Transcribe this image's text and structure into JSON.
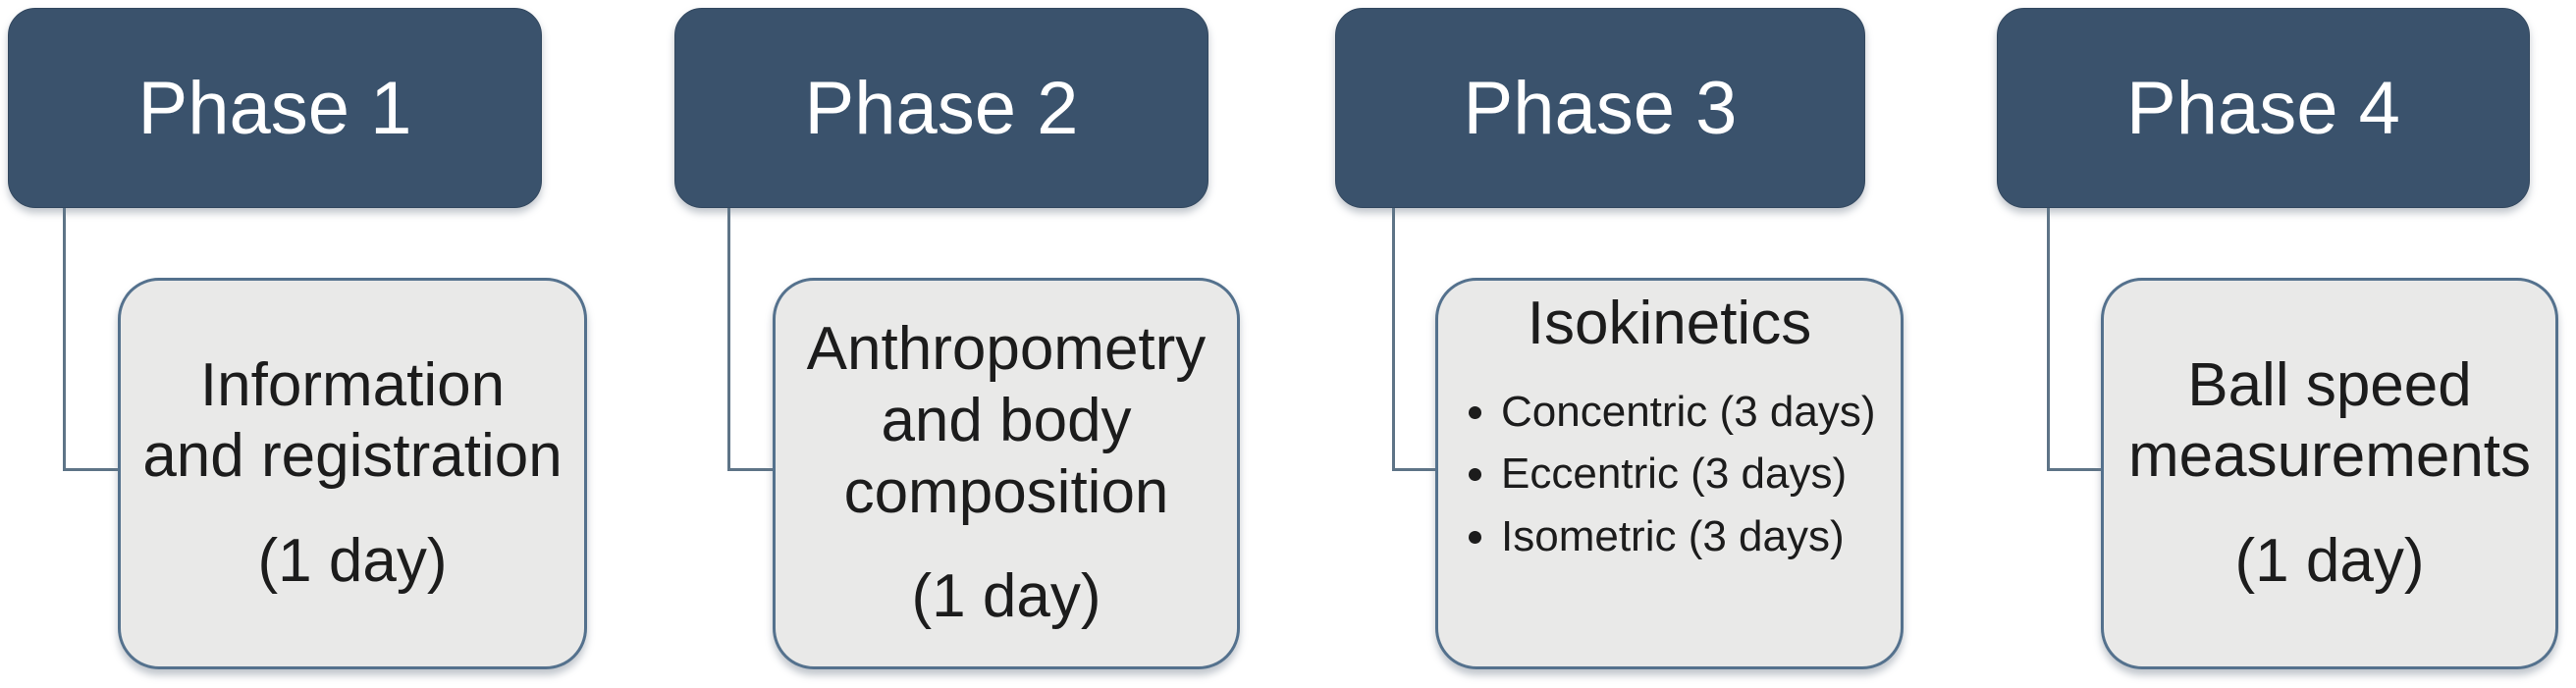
{
  "figure": {
    "description": "Four-phase study timeline flow diagram",
    "colors": {
      "header_fill": "#3A526C",
      "header_text": "#FFFFFF",
      "card_fill": "#E9E9E8",
      "card_border": "#54718D",
      "connector_line": "#5E7487",
      "body_text": "#1C1C1C",
      "background": "#FFFFFF"
    },
    "phases": [
      {
        "header": "Phase 1",
        "lines": [
          "Information",
          "and registration"
        ],
        "duration": "(1 day)"
      },
      {
        "header": "Phase 2",
        "lines": [
          "Anthropometry",
          "and body",
          "composition"
        ],
        "duration": "(1 day)"
      },
      {
        "header": "Phase 3",
        "title": "Isokinetics",
        "bullets": [
          "Concentric (3 days)",
          "Eccentric (3 days)",
          "Isometric (3 days)"
        ]
      },
      {
        "header": "Phase 4",
        "lines": [
          "Ball speed",
          "measurements"
        ],
        "duration": "(1 day)"
      }
    ]
  }
}
